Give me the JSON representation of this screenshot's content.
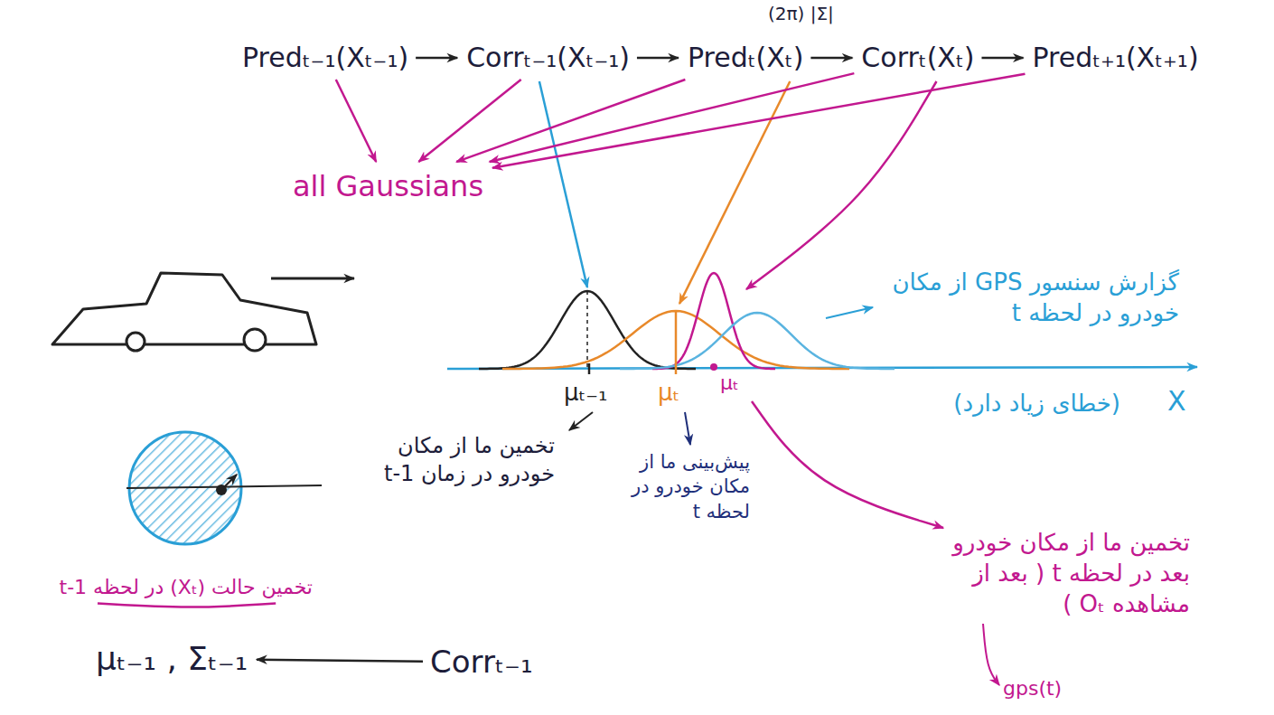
{
  "diagram": {
    "nodes": [
      {
        "text": [
          "Predₜ₋₁(Xₜ₋₁)"
        ]
      },
      {
        "text": [
          "Corrₜ₋₁(Xₜ₋₁)"
        ]
      },
      {
        "text": [
          "Predₜ(Xₜ)"
        ]
      },
      {
        "text": [
          "Corrₜ(Xₜ)"
        ]
      },
      {
        "text": [
          "Predₜ₊₁(Xₜ₊₁)"
        ]
      },
      {
        "text": [
          "all Gaussians"
        ]
      },
      {
        "text": [
          "μₜ₋₁ , Σₜ₋₁"
        ]
      },
      {
        "text": [
          "Corrₜ₋₁"
        ]
      }
    ],
    "edges": [
      {
        "from": 0,
        "to": 1,
        "arrow": "to"
      },
      {
        "from": 1,
        "to": 2,
        "arrow": "to"
      },
      {
        "from": 2,
        "to": 3,
        "arrow": "to"
      },
      {
        "from": 3,
        "to": 4,
        "arrow": "to"
      },
      {
        "from": 0,
        "to": 5,
        "arrow": "to"
      },
      {
        "from": 1,
        "to": 5,
        "arrow": "to"
      },
      {
        "from": 2,
        "to": 5,
        "arrow": "to"
      },
      {
        "from": 3,
        "to": 5,
        "arrow": "to"
      },
      {
        "from": 4,
        "to": 5,
        "arrow": "to"
      },
      {
        "from": 7,
        "to": 6,
        "arrow": "to"
      }
    ],
    "labels": [
      "(2π) |Σ|",
      "μₜ₋₁",
      "μₜ",
      "μₜ",
      "X",
      "گزارش سنسور GPS از مکان خودرو در لحظه t",
      "(خطای زیاد دارد)",
      "تخمین ما از مکان خودرو در زمان t-1",
      "پیش‌بینی ما از مکان خودرو در لحظه t",
      "تخمین ما از مکان خودرو بعد در لحظه t ( بعد از مشاهده Oₜ )",
      "gps(t)",
      "تخمین حالت (Xₜ) در لحظه t-1"
    ]
  }
}
